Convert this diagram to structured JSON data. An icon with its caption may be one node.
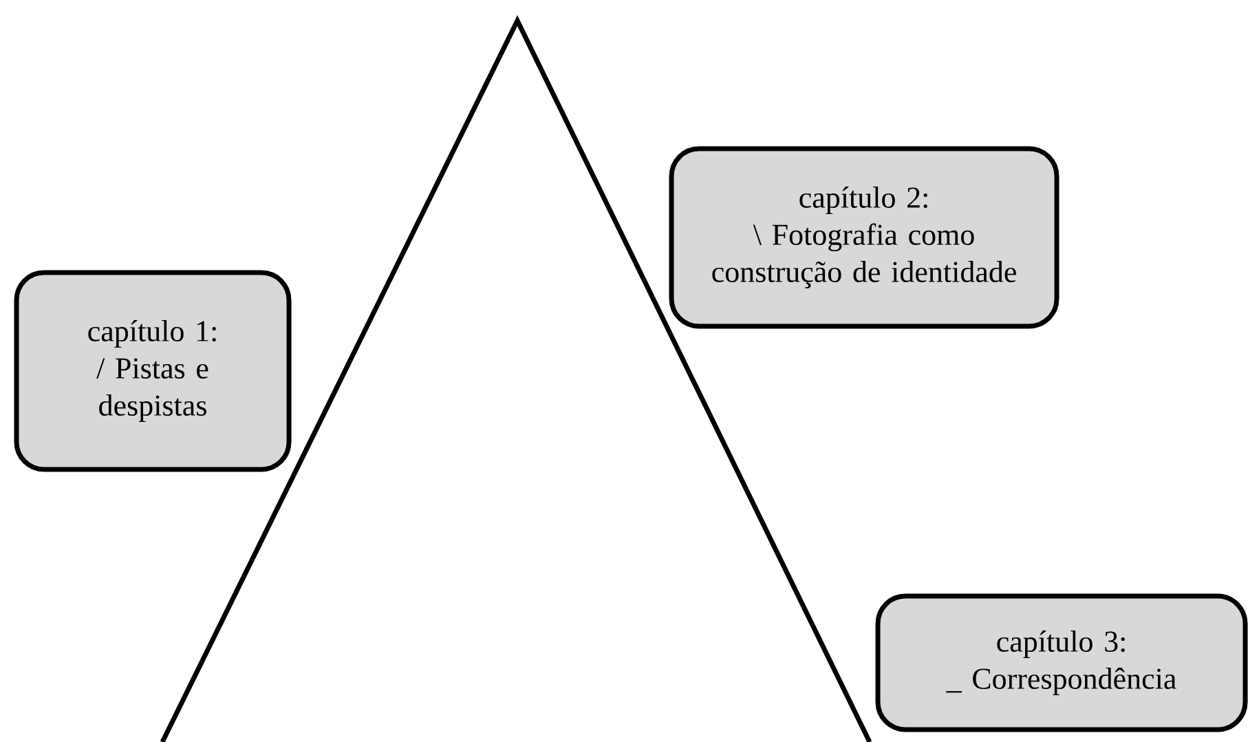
{
  "diagram": {
    "nodes": [
      {
        "text": [
          "capítulo 1:",
          "/  Pistas e despistas"
        ]
      },
      {
        "text": [
          "capítulo 2:",
          "\\  Fotografia como construção de identidade"
        ]
      },
      {
        "text": [
          "capítulo 3:",
          "_  Correspondência"
        ]
      }
    ]
  }
}
